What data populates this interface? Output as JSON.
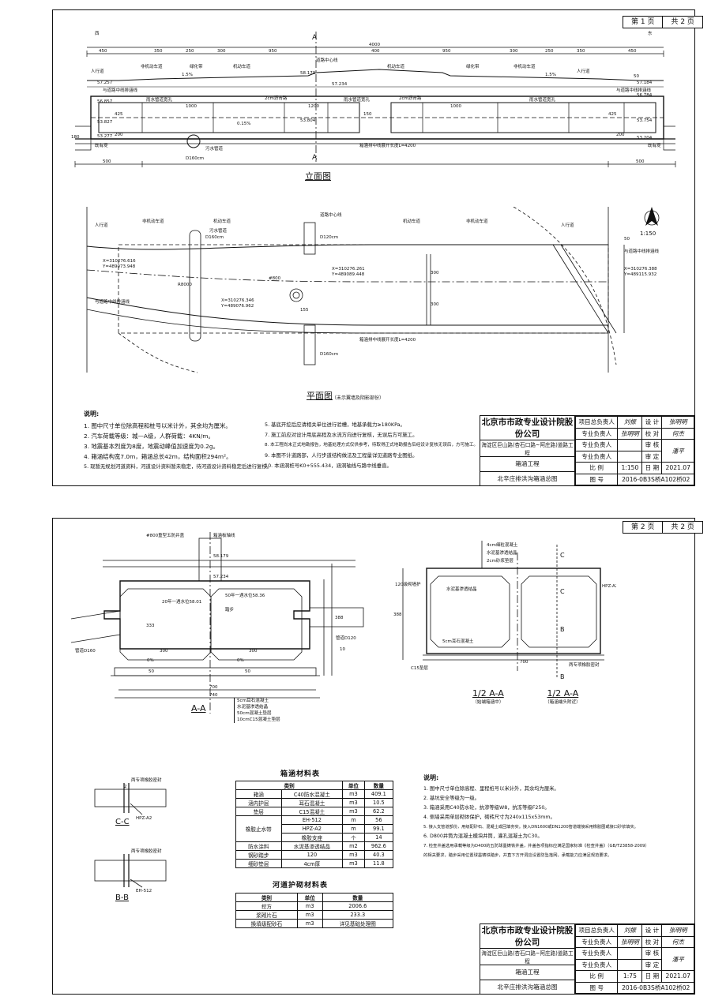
{
  "sheet1": {
    "page": "第 1 页",
    "total": "共 2 页",
    "elevation_title": "立面图",
    "plan_title": "平面图",
    "plan_note": "（未示翼墙及阴影部份）",
    "section_mark": "A",
    "north_label": "北",
    "scale_label": "1:150",
    "left_dir": "西",
    "right_dir": "东",
    "dims_top": [
      "450",
      "350",
      "250",
      "300",
      "950",
      "400",
      "950",
      "300",
      "250",
      "350",
      "450"
    ],
    "dim_total": "4000",
    "labels": {
      "sidewalk": "人行道",
      "nonmotor": "非机动车道",
      "motor": "机动车道",
      "green": "绿化带",
      "center": "道路中心线",
      "slope1": "1.5%",
      "slope2": "0.15%",
      "box_label": "雨水管道宽孔",
      "fill": "2cm沥青路",
      "elev1": "57.257",
      "elev2": "58.179",
      "elev3": "57.234",
      "elev4": "56.857",
      "elev5": "53.827",
      "elev6": "53.277",
      "elev7": "53.804",
      "elev8": "57.184",
      "elev9": "56.784",
      "elev10": "53.754",
      "elev11": "53.204",
      "d1000": "1000",
      "d1200": "1200",
      "d425": "425",
      "d150": "150",
      "d200": "200",
      "d500": "500",
      "d50": "50",
      "d180": "180",
      "pipe1": "D160cm",
      "pipe2": "D120cm",
      "culvert_axis": "箱涵排中线展开长度L=4200",
      "river_bed": "既有堤",
      "coord1": "X=310276.616",
      "coord1b": "Y=489073.948",
      "coord2": "X=310276.346",
      "coord2b": "Y=489076.962",
      "coord3": "X=310276.261",
      "coord3b": "Y=489089.448",
      "coord4": "X=310276.388",
      "coord4b": "Y=489115.932",
      "manhole": "#800",
      "d155": "155",
      "d300": "300",
      "d8000": "R8000",
      "road_edge": "与道路中线排涵线",
      "sewer": "污水管道"
    },
    "notes_title": "说明:",
    "notes_left": [
      "1. 图中尺寸单位除高程和桩号以米计外，其余均为厘米。",
      "2. 汽车荷载等级：城—A级，人群荷载：4KN/m。",
      "3. 地震基本烈度为8度，地震动峰值加速度为0.2g。",
      "4. 箱涵结构宽7.0m，箱涵总长42m，结构面积294m²。",
      "5. 现暂无规划河道资料，河道设计资料暂未稳定，待河道设计资料稳定后进行复核。"
    ],
    "notes_right": [
      "5. 基底开挖后应请相关单位进行验槽，地基承载力≥180KPa。",
      "7. 施工前应对设计用底高程及水流方向进行复核，无误后方可施工。",
      "8. 本工程尚未正式地勘报告，地基处理方式仅供参考，待取得正式地勘报告后经设计复核无误后，方可施工。",
      "9. 本图不计道路部，人行步道结构做法及工程量详见道路专业图纸。",
      "10. 本涵洞桩号K0+555.434，涵洞轴线与路中线垂直。"
    ],
    "titleblock": {
      "company": "北京市市政专业设计院股份公司",
      "project": "海淀区巨山路(杏石口路~阿庄路)道路工程",
      "subject": "箱涵工程",
      "drawing": "北辛庄排洪沟箱涵总图",
      "r1": [
        "项目总负责人",
        "刘振",
        "设 计",
        "张明明"
      ],
      "r2": [
        "专业负责人",
        "张明明",
        "校 对",
        "何杰"
      ],
      "r3": [
        "专业负责人",
        "",
        "审 核",
        "潘平"
      ],
      "r4": [
        "专业负责人",
        "",
        "审 定",
        ""
      ],
      "r5": [
        "比 例",
        "1:150",
        "日 期",
        "2021.07"
      ],
      "r6": [
        "图 号",
        "2016-0B3S桥A102桥02"
      ]
    }
  },
  "sheet2": {
    "page": "第 2 页",
    "total": "共 2 页",
    "aa_title": "A-A",
    "half_a_title": "1/2 A-A",
    "half_a_sub": "（始端箱涵中）",
    "half_b_title": "1/2 A-A",
    "half_b_sub": "（箱涵端头附近）",
    "cc_title": "C-C",
    "bb_title": "B-B",
    "labels": {
      "manhole": "#800重型五防井盖",
      "box_axis": "箱涵板轴线",
      "elev1": "58.179",
      "elev2": "57.234",
      "water1": "20年一遇水位58.01",
      "water2": "50年一遇水位58.36",
      "step": "踏步",
      "d333": "333",
      "d388": "388",
      "d300": "300",
      "d50": "50",
      "d10": "10",
      "d700": "700",
      "d740": "740",
      "d120": "120",
      "slope0": "0%",
      "pipe_l": "管道D160",
      "pipe_r": "管道D120",
      "layers": [
        "5cm耳石混凝土",
        "水泥基渗透结晶",
        "50cm混凝土垫层",
        "10cmC15混凝土垫层"
      ],
      "half_layers": [
        "4cm细粒混凝土",
        "水泥基渗透结晶",
        "2cm砂浆垫层"
      ],
      "wall_prot": "120级砌墙护",
      "waterproof": "水泥基渗透结晶",
      "bottom_layer": "5cm耳石混凝土",
      "c15": "C15垫层",
      "stop1": "HPZ-A2",
      "stop2": "EH-512",
      "joint": "两专项橡胶密封",
      "c": "C",
      "b": "B",
      "d2": "2"
    },
    "mat_title": "箱涵材料表",
    "mat_head": [
      "类别",
      "",
      "单位",
      "数量"
    ],
    "mat_rows": [
      [
        "箱涵",
        "C40防水混凝土",
        "m3",
        "409.1"
      ],
      [
        "涵内护层",
        "耳石混凝土",
        "m3",
        "10.5"
      ],
      [
        "垫层",
        "C15混凝土",
        "m3",
        "62.2"
      ],
      [
        "",
        "EH-512",
        "m",
        "56"
      ],
      [
        "橡胶止水带",
        "HPZ-A2",
        "m",
        "99.1"
      ],
      [
        "",
        "橡胶支座",
        "个",
        "14"
      ],
      [
        "防水涂料",
        "水泥基渗透结晶",
        "m2",
        "962.6"
      ],
      [
        "钢砂踏步",
        "120",
        "m3",
        "40.3"
      ],
      [
        "细砂垫层",
        "4cm厚",
        "m3",
        "11.8"
      ]
    ],
    "river_title": "河道护砌材料表",
    "river_head": [
      "类别",
      "单位",
      "数量"
    ],
    "river_rows": [
      [
        "挖方",
        "m3",
        "2006.6"
      ],
      [
        "浆砌片石",
        "m3",
        "233.3"
      ],
      [
        "换填级配砂石",
        "m3",
        "详见基础处理图"
      ]
    ],
    "notes_title": "说明:",
    "notes": [
      "1. 图中尺寸单位除高程、里程桩号以米计外，其余均为厘米。",
      "2. 基坑安全等级为一级。",
      "3. 箱涵采用C40防水砼，抗渗等级W8，抗冻等级F250。",
      "4. 侧墙采用单层砌体保护，砌砖尺寸为240x115x53mm。",
      "5. 接入支管道部份，用级配砂石、混凝土或回填夯实。接入DN1600或DN1200管道端接采用橡胶圈或接口砂浆填实。",
      "6. D800井筒为混凝土模块井筒，灌孔混凝土为C30。",
      "7. 检查井盖选用承载等级为D400的五防球墨铸铁井盖，井盖各项指标应满足国家标准《检查井盖》（GB/T23858-2009）",
      "的相关要求，踏步采用位置球墨铸铁踏步，并直下方开洞应设置防坠落网，承载能力应满足规范要求。"
    ],
    "titleblock": {
      "company": "北京市市政专业设计院股份公司",
      "project": "海淀区巨山路(杏石口路~阿庄路)道路工程",
      "subject": "箱涵工程",
      "drawing": "北辛庄排洪沟箱涵总图",
      "r1": [
        "项目总负责人",
        "刘振",
        "设 计",
        "张明明"
      ],
      "r2": [
        "专业负责人",
        "张明明",
        "校 对",
        "何杰"
      ],
      "r3": [
        "专业负责人",
        "",
        "审 核",
        "潘平"
      ],
      "r4": [
        "专业负责人",
        "",
        "审 定",
        ""
      ],
      "r5": [
        "比 例",
        "1:75",
        "日 期",
        "2021.07"
      ],
      "r6": [
        "图 号",
        "2016-0B3S桥A102桥02"
      ]
    }
  }
}
